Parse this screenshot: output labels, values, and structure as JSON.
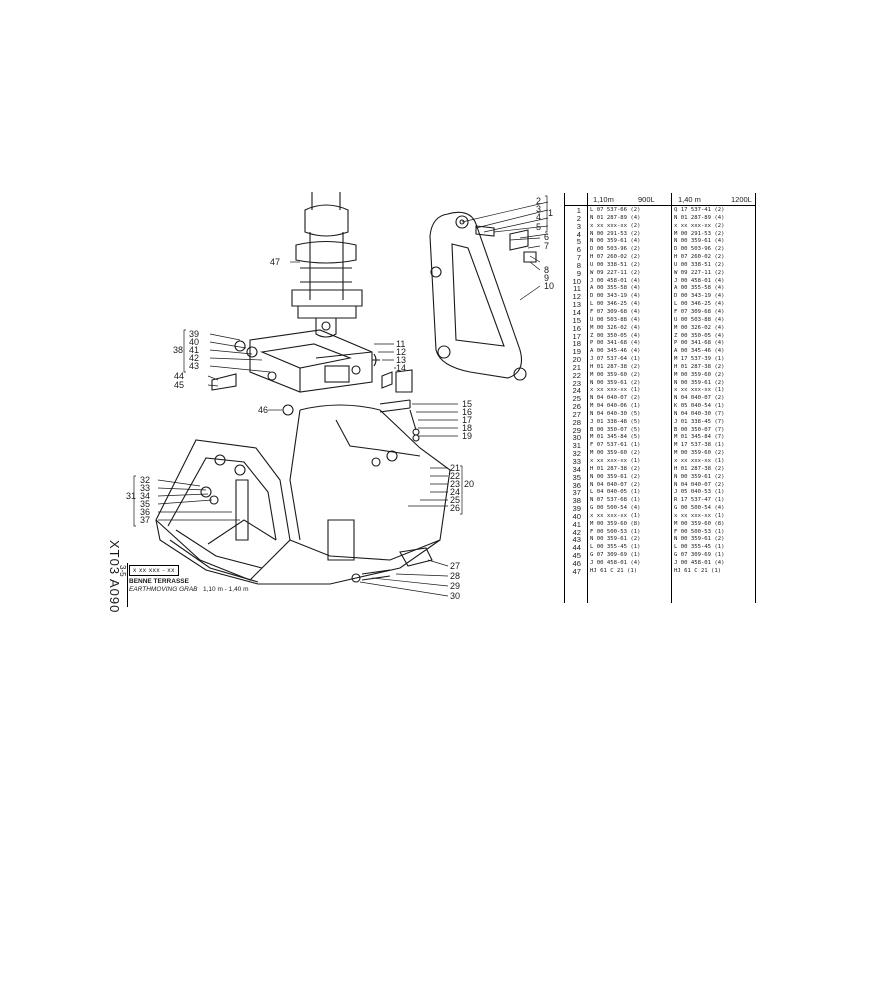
{
  "side_code": "XT03  A090",
  "title": {
    "version_mark": "3-5",
    "code_box": "x xx  xxx - xx",
    "name_fr": "BENNE TERRASSE",
    "name_en": "EARTHMOVING GRAB",
    "range": "1,10 m - 1,40 m"
  },
  "table": {
    "col1_size": "1,10m",
    "col1_vol": "900L",
    "col2_size": "1,40 m",
    "col2_vol": "1200L",
    "item_numbers": [
      "1",
      "2",
      "3",
      "4",
      "5",
      "6",
      "7",
      "8",
      "9",
      "10",
      "11",
      "12",
      "13",
      "14",
      "15",
      "16",
      "17",
      "18",
      "19",
      "20",
      "21",
      "22",
      "23",
      "24",
      "25",
      "26",
      "27",
      "28",
      "29",
      "30",
      "31",
      "32",
      "33",
      "34",
      "35",
      "36",
      "37",
      "38",
      "39",
      "40",
      "41",
      "42",
      "43",
      "44",
      "45",
      "46",
      "47"
    ],
    "col1": [
      "L 07 537-66 (2)",
      "   N 01 287-89 (4)",
      "   x xx xxx-xx (2)",
      "   N 00 291-53 (2)",
      "   N 00 359-61 (4)",
      "D 00 503-96 (2)",
      "H 07 260-02 (2)",
      "U 00 338-51 (2)",
      "W 09 227-11 (2)",
      "J 00 458-01 (4)",
      "A 00 355-58 (4)",
      "D 00 343-19 (4)",
      "L 00 346-25 (4)",
      "F 07 309-68 (4)",
      "U 00 503-88 (4)",
      "M 00 326-02 (4)",
      "Z 00 350-05 (4)",
      "P 00 341-68 (4)",
      "A 00 345-46 (4)",
      "J 07 537-64 (1)",
      "   H 01 287-38 (2)",
      "   M 00 359-60 (2)",
      "   N 00 359-61 (2)",
      "   x xx xxx-xx (1)",
      "   N 04 040-07 (2)",
      "   M 04 040-06 (1)",
      "N 04 040-30 (5)",
      "J 01 338-48 (5)",
      "B 00 350-07 (5)",
      "M 01 345-84 (5)",
      "F 07 537-61 (1)",
      "   M 00 359-60 (2)",
      "   x xx xxx-xx (1)",
      "   H 01 287-38 (2)",
      "   N 00 359-61 (2)",
      "   N 04 040-07 (2)",
      "   L 04 040-05 (1)",
      "N 07 537-68 (1)",
      "   G 00 500-54 (4)",
      "   x xx xxx-xx (1)",
      "   M 00 359-60 (8)",
      "   F 00 500-53 (1)",
      "   N 00 359-61 (2)",
      "L 00 355-45 (1)",
      "G 07 309-69 (1)",
      "J 00 458-01 (4)",
      "HJ 61 C 21 (1)"
    ],
    "col2": [
      "Q 17 537-41 (2)",
      "   N 01 287-89 (4)",
      "   x xx xxx-xx (2)",
      "   M 00 291-53 (2)",
      "   N 00 359-61 (4)",
      "D 00 503-96 (2)",
      "H 07 260-02 (2)",
      "U 00 338-51 (2)",
      "W 09 227-11 (2)",
      "J 00 458-01 (4)",
      "A 00 355-58 (4)",
      "D 00 343-19 (4)",
      "L 00 346-25 (4)",
      "F 07 309-68 (4)",
      "U 00 503-88 (4)",
      "M 00 326-02 (4)",
      "Z 00 350-05 (4)",
      "P 00 341-68 (4)",
      "A 00 345-46 (4)",
      "M 17 537-39 (1)",
      "   H 01 287-38 (2)",
      "   M 00 359-60 (2)",
      "   N 00 359-61 (2)",
      "   x xx xxx-xx (1)",
      "   N 04 040-07 (2)",
      "   K 05 040-54 (1)",
      "N 04 040-30 (7)",
      "J 01 338-45 (7)",
      "B 00 350-07 (7)",
      "M 01 345-84 (7)",
      "M 17 537-38 (1)",
      "   M 00 359-60 (2)",
      "   x xx xxx-xx (1)",
      "   H 01 287-38 (2)",
      "   N 00 359-61 (2)",
      "   N 04 040-07 (2)",
      "   J 05 040-53 (1)",
      "R 17 537-47 (1)",
      "   G 00 500-54 (4)",
      "   x xx xxx-xx (1)",
      "   M 00 359-60 (8)",
      "   F 00 500-53 (1)",
      "   N 00 359-61 (2)",
      "L 00 355-45 (1)",
      "G 07 309-69 (1)",
      "J 00 458-01 (4)",
      "HJ 61 C 21 (1)"
    ]
  },
  "callouts": {
    "c1": "1",
    "c2": "2",
    "c3": "3",
    "c4": "4",
    "c5": "5",
    "c6": "6",
    "c7": "7",
    "c8": "8",
    "c9": "9",
    "c10": "10",
    "c11": "11",
    "c12": "12",
    "c13": "13",
    "c14": "14",
    "c15": "15",
    "c16": "16",
    "c17": "17",
    "c18": "18",
    "c19": "19",
    "c20": "20",
    "c21": "21",
    "c22": "22",
    "c23": "23",
    "c24": "24",
    "c25": "25",
    "c26": "26",
    "c27": "27",
    "c28": "28",
    "c29": "29",
    "c30": "30",
    "c31": "31",
    "c32": "32",
    "c33": "33",
    "c34": "34",
    "c35": "35",
    "c36": "36",
    "c37": "37",
    "c38": "38",
    "c39": "39",
    "c40": "40",
    "c41": "41",
    "c42": "42",
    "c43": "43",
    "c44": "44",
    "c45": "45",
    "c46": "46",
    "c47": "47"
  }
}
